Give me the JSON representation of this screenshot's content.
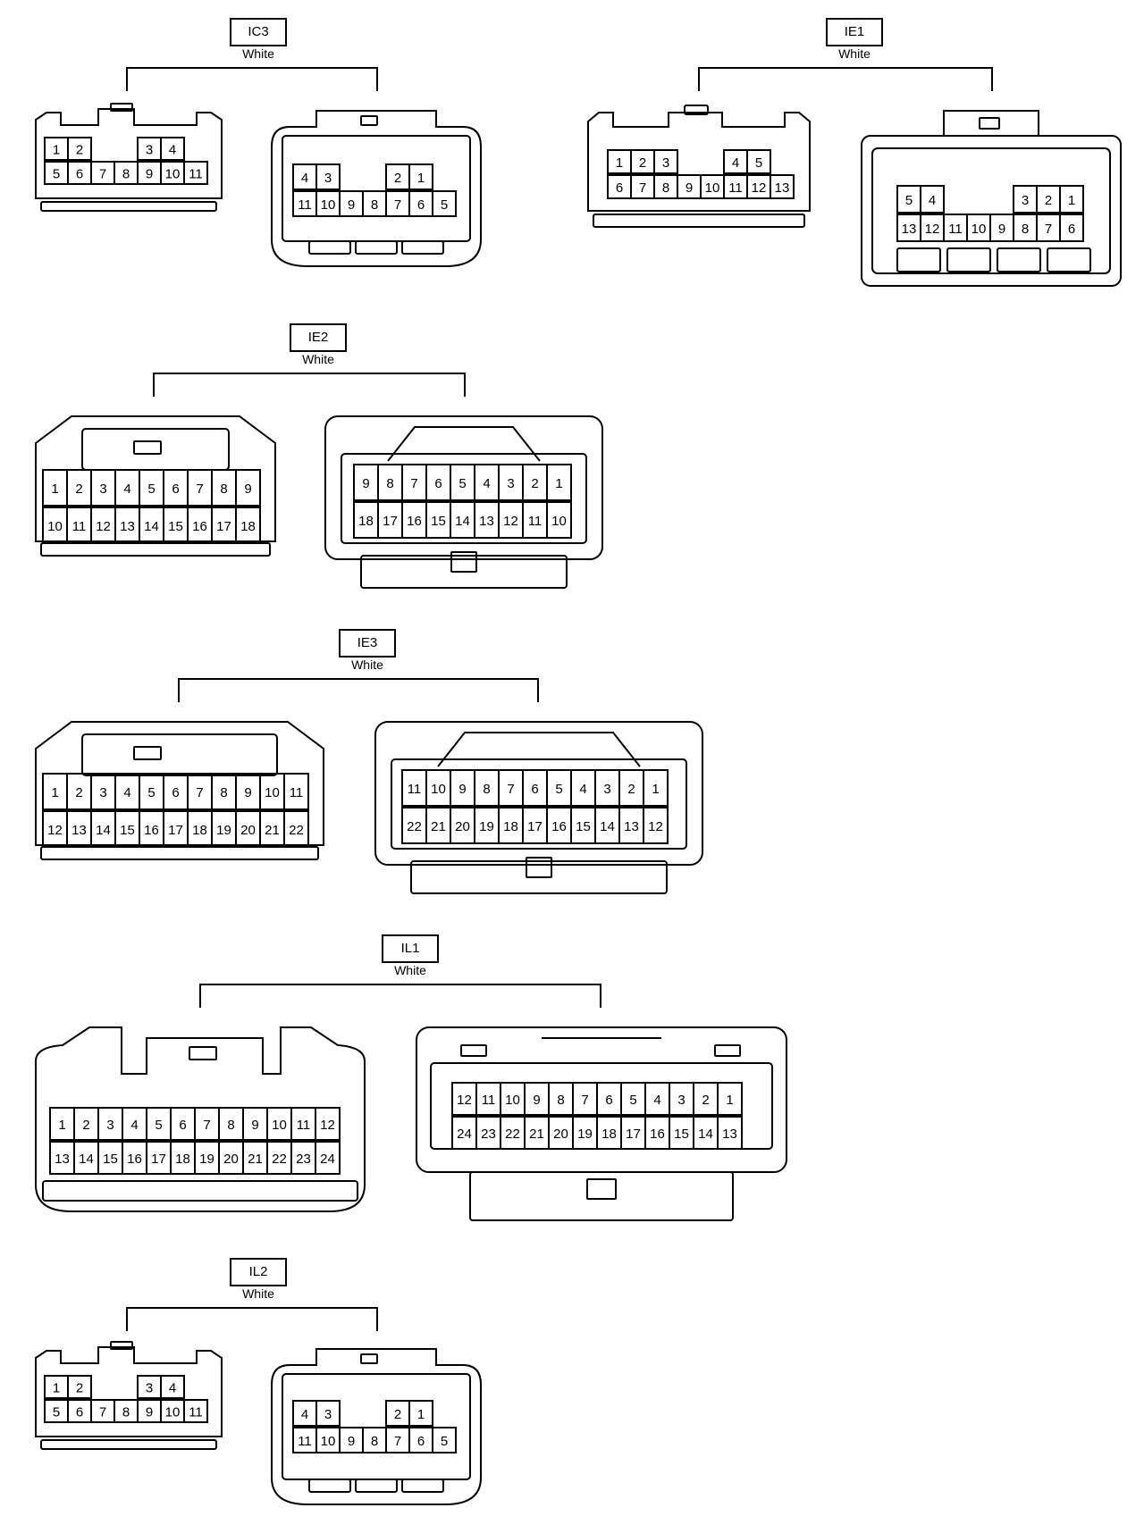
{
  "connectors": [
    {
      "id": "IC3",
      "color": "White",
      "left": {
        "rows": [
          [
            "1",
            "2",
            "",
            "",
            "3",
            "4"
          ],
          [
            "5",
            "6",
            "7",
            "8",
            "9",
            "10",
            "11"
          ]
        ]
      },
      "right": {
        "rows": [
          [
            "4",
            "3",
            "",
            "",
            "2",
            "1"
          ],
          [
            "11",
            "10",
            "9",
            "8",
            "7",
            "6",
            "5"
          ]
        ]
      }
    },
    {
      "id": "IE1",
      "color": "White",
      "left": {
        "rows": [
          [
            "1",
            "2",
            "3",
            "",
            "",
            "4",
            "5"
          ],
          [
            "6",
            "7",
            "8",
            "9",
            "10",
            "11",
            "12",
            "13"
          ]
        ]
      },
      "right": {
        "rows": [
          [
            "5",
            "4",
            "",
            "",
            "",
            "3",
            "2",
            "1"
          ],
          [
            "13",
            "12",
            "11",
            "10",
            "9",
            "8",
            "7",
            "6"
          ]
        ]
      }
    },
    {
      "id": "IE2",
      "color": "White",
      "left": {
        "rows": [
          [
            "1",
            "2",
            "3",
            "4",
            "5",
            "6",
            "7",
            "8",
            "9"
          ],
          [
            "10",
            "11",
            "12",
            "13",
            "14",
            "15",
            "16",
            "17",
            "18"
          ]
        ]
      },
      "right": {
        "rows": [
          [
            "9",
            "8",
            "7",
            "6",
            "5",
            "4",
            "3",
            "2",
            "1"
          ],
          [
            "18",
            "17",
            "16",
            "15",
            "14",
            "13",
            "12",
            "11",
            "10"
          ]
        ]
      }
    },
    {
      "id": "IE3",
      "color": "White",
      "left": {
        "rows": [
          [
            "1",
            "2",
            "3",
            "4",
            "5",
            "6",
            "7",
            "8",
            "9",
            "10",
            "11"
          ],
          [
            "12",
            "13",
            "14",
            "15",
            "16",
            "17",
            "18",
            "19",
            "20",
            "21",
            "22"
          ]
        ]
      },
      "right": {
        "rows": [
          [
            "11",
            "10",
            "9",
            "8",
            "7",
            "6",
            "5",
            "4",
            "3",
            "2",
            "1"
          ],
          [
            "22",
            "21",
            "20",
            "19",
            "18",
            "17",
            "16",
            "15",
            "14",
            "13",
            "12"
          ]
        ]
      }
    },
    {
      "id": "IL1",
      "color": "White",
      "left": {
        "rows": [
          [
            "1",
            "2",
            "3",
            "4",
            "5",
            "6",
            "7",
            "8",
            "9",
            "10",
            "11",
            "12"
          ],
          [
            "13",
            "14",
            "15",
            "16",
            "17",
            "18",
            "19",
            "20",
            "21",
            "22",
            "23",
            "24"
          ]
        ]
      },
      "right": {
        "rows": [
          [
            "12",
            "11",
            "10",
            "9",
            "8",
            "7",
            "6",
            "5",
            "4",
            "3",
            "2",
            "1"
          ],
          [
            "24",
            "23",
            "22",
            "21",
            "20",
            "19",
            "18",
            "17",
            "16",
            "15",
            "14",
            "13"
          ]
        ]
      }
    },
    {
      "id": "IL2",
      "color": "White",
      "left": {
        "rows": [
          [
            "1",
            "2",
            "",
            "",
            "3",
            "4"
          ],
          [
            "5",
            "6",
            "7",
            "8",
            "9",
            "10",
            "11"
          ]
        ]
      },
      "right": {
        "rows": [
          [
            "4",
            "3",
            "",
            "",
            "2",
            "1"
          ],
          [
            "11",
            "10",
            "9",
            "8",
            "7",
            "6",
            "5"
          ]
        ]
      }
    }
  ]
}
